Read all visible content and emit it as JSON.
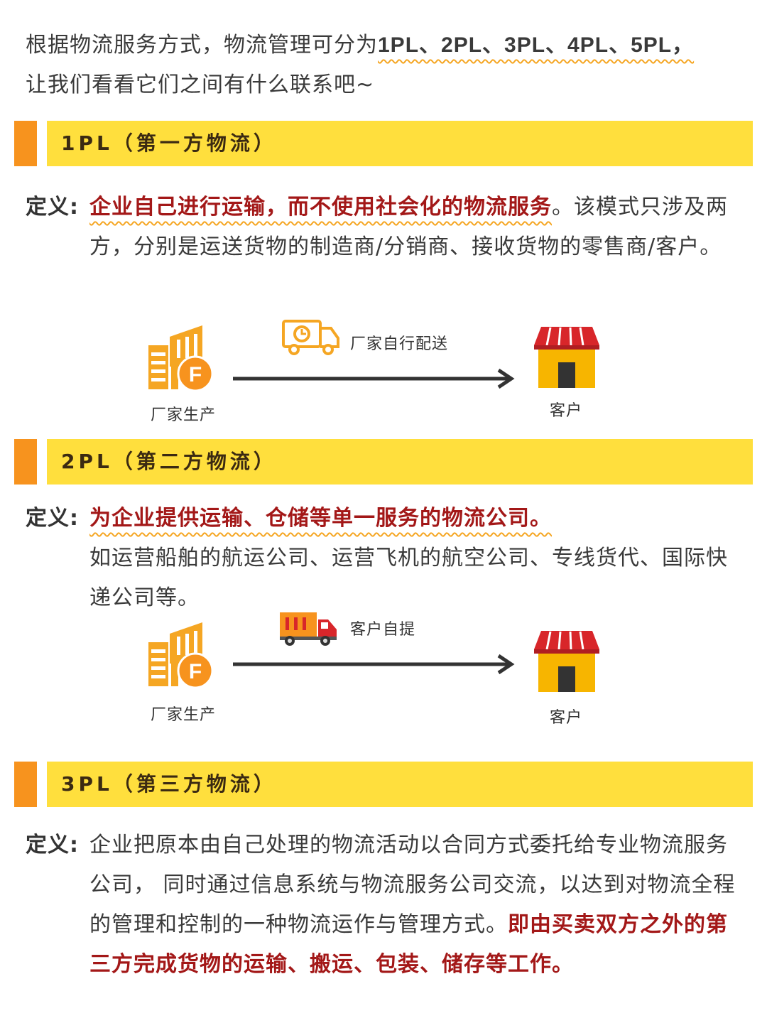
{
  "intro": {
    "part1": "根据物流服务方式，物流管理可分为",
    "highlight": "1PL、2PL、3PL、4PL、5PL，",
    "part2": "让我们看看它们之间有什么联系吧~"
  },
  "sections": [
    {
      "title": "1PL（第一方物流）",
      "def_label": "定义:",
      "def_red": "企业自己进行运输，而不使用社会化的物流服务",
      "def_rest": "。该模式只涉及两方，分别是运送货物的制造商/分销商、接收货物的零售商/客户。",
      "flow": {
        "origin": "厂家生产",
        "action": "厂家自行配送",
        "dest": "客户"
      }
    },
    {
      "title": "2PL（第二方物流）",
      "def_label": "定义:",
      "def_red": "为企业提供运输、仓储等单一服务的物流公司。",
      "def_rest": "如运营船舶的航运公司、运营飞机的航空公司、专线货代、国际快递公司等。",
      "flow": {
        "origin": "厂家生产",
        "action": "客户自提",
        "dest": "客户"
      }
    },
    {
      "title": "3PL（第三方物流）",
      "def_label": "定义:",
      "def_rest": "企业把原本由自己处理的物流活动以合同方式委托给专业物流服务公司， 同时通过信息系统与物流服务公司交流，以达到对物流全程的管理和控制的一种物流运作与管理方式。",
      "def_red": "即由买卖双方之外的第三方完成货物的运输、搬运、包装、储存等工作。"
    }
  ],
  "colors": {
    "accent_orange": "#f7931e",
    "header_yellow": "#ffdf3d",
    "emphasis_red": "#a31818"
  }
}
